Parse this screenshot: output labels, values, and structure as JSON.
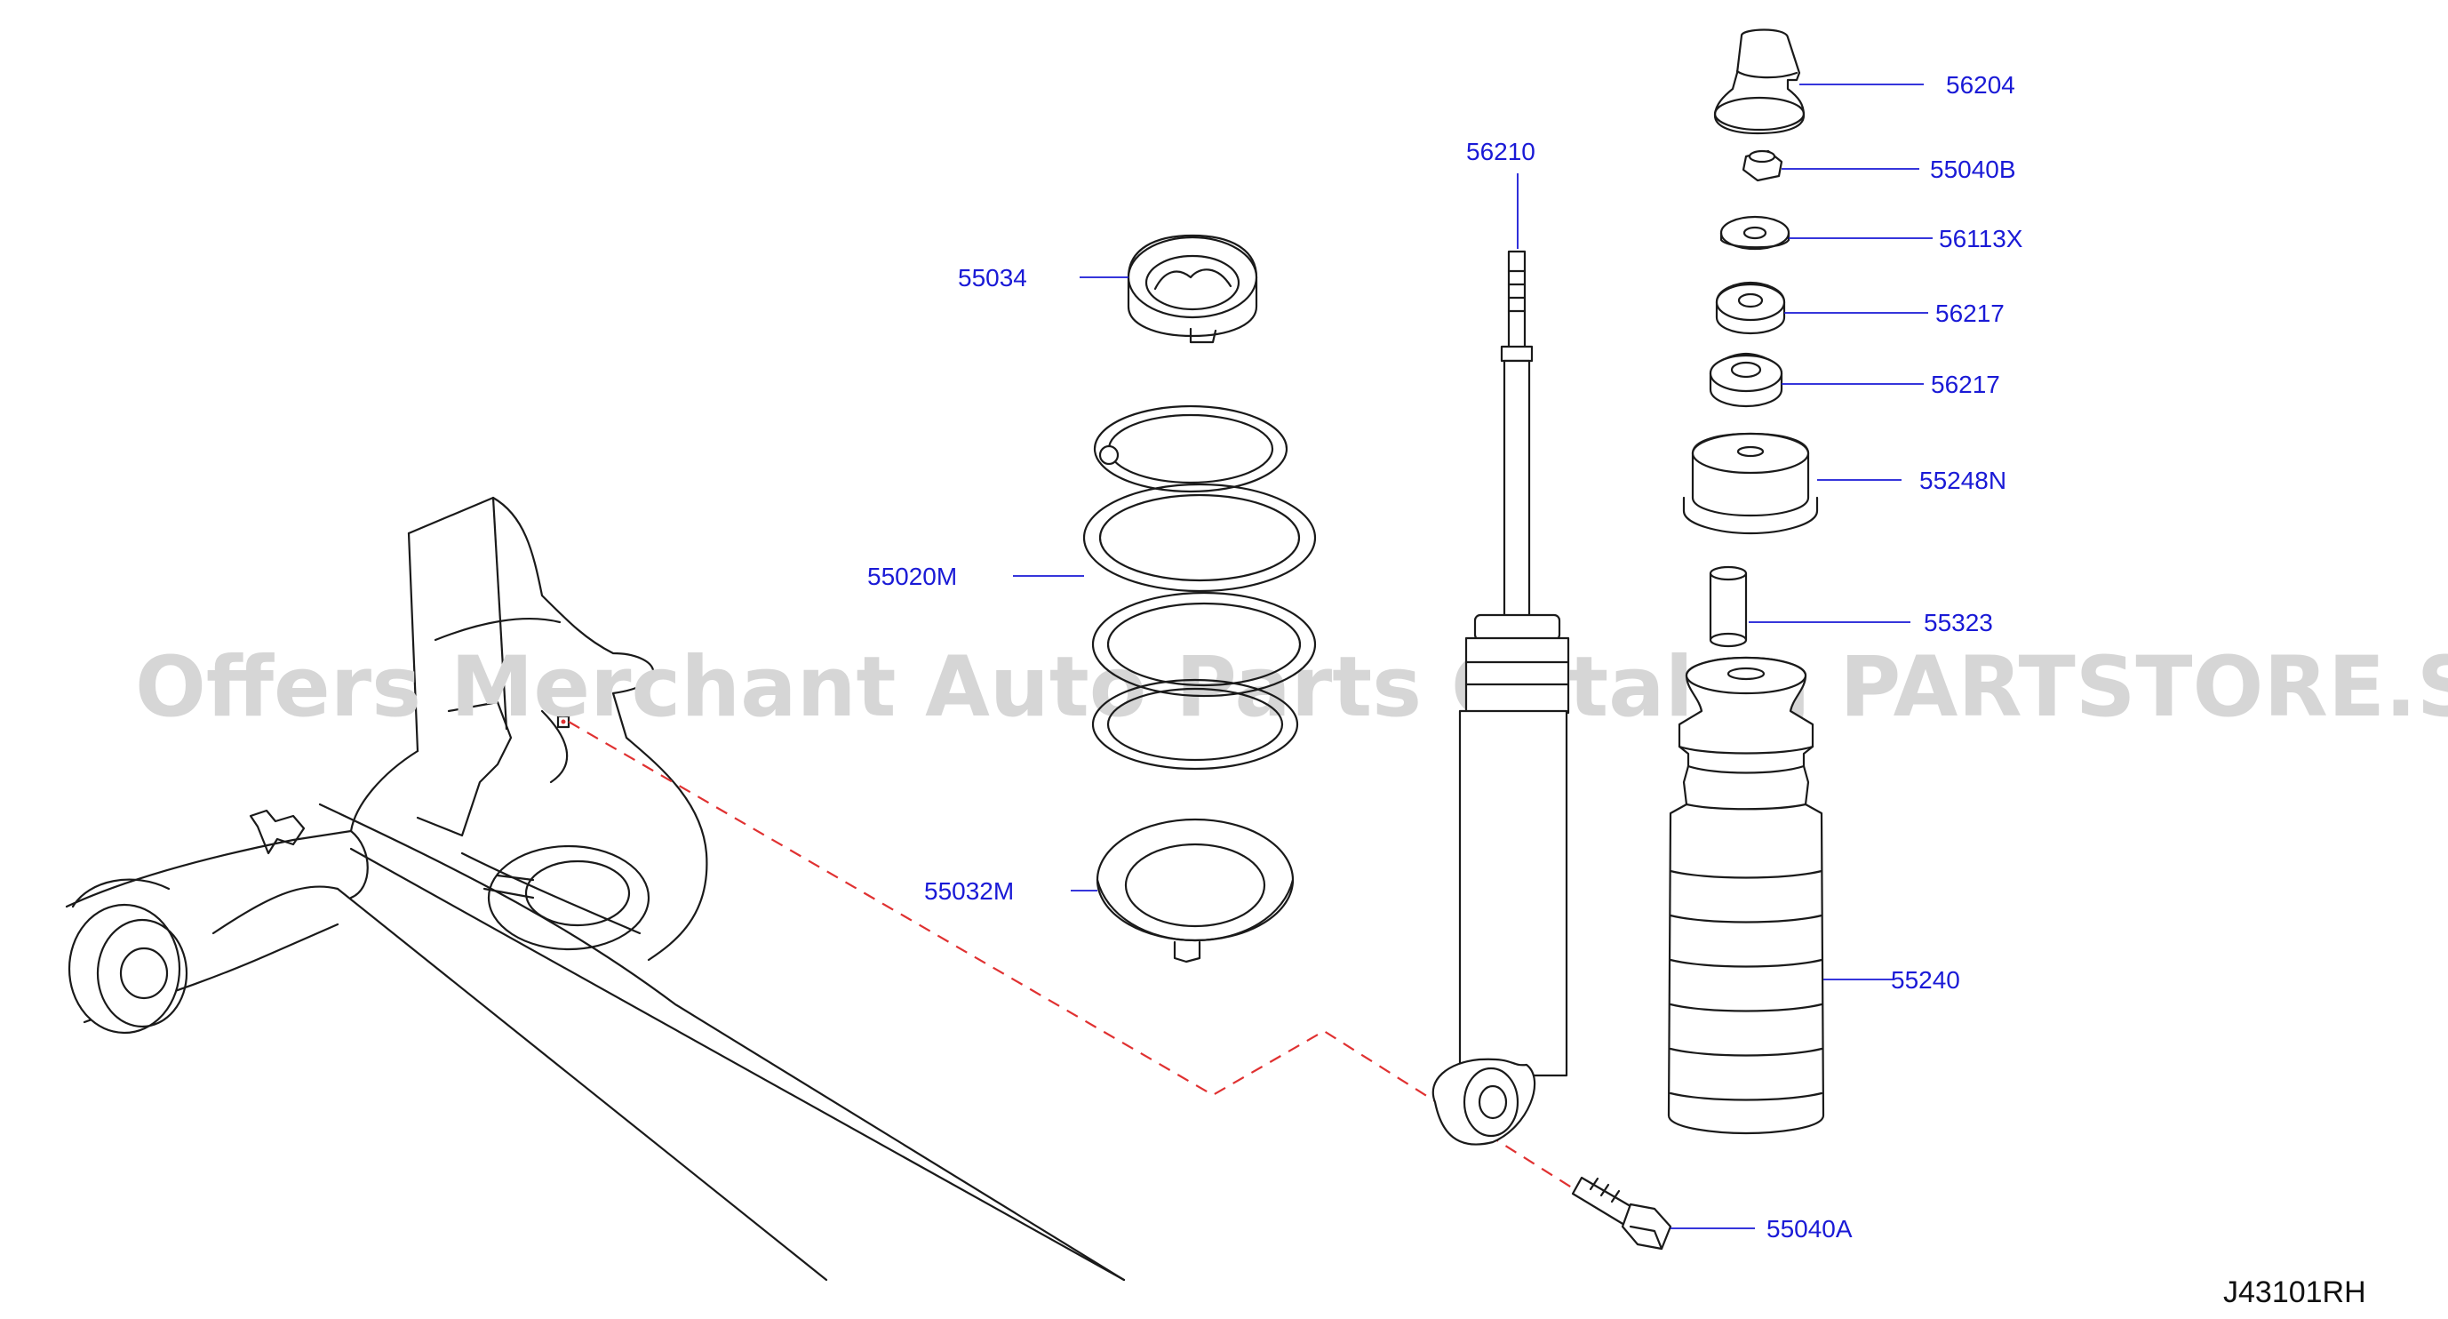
{
  "colors": {
    "label_text": "#1a1ad6",
    "leader_line": "#1a1ad6",
    "line_art": "#1a1a1a",
    "watermark": "#d6d6d6",
    "dashed_guide": "#e03131",
    "code_text": "#111111"
  },
  "watermark": "Offers Merchant Auto Parts Catalog PARTSTORE.SA",
  "diagram_code": "J43101RH",
  "parts": [
    {
      "id": "p56204",
      "number": "56204"
    },
    {
      "id": "p55040B",
      "number": "55040B"
    },
    {
      "id": "p56113X",
      "number": "56113X"
    },
    {
      "id": "p56217a",
      "number": "56217"
    },
    {
      "id": "p56217b",
      "number": "56217"
    },
    {
      "id": "p55248N",
      "number": "55248N"
    },
    {
      "id": "p55323",
      "number": "55323"
    },
    {
      "id": "p55240",
      "number": "55240"
    },
    {
      "id": "p56210",
      "number": "56210"
    },
    {
      "id": "p55034",
      "number": "55034"
    },
    {
      "id": "p55020M",
      "number": "55020M"
    },
    {
      "id": "p55032M",
      "number": "55032M"
    },
    {
      "id": "p55040A",
      "number": "55040A"
    }
  ]
}
